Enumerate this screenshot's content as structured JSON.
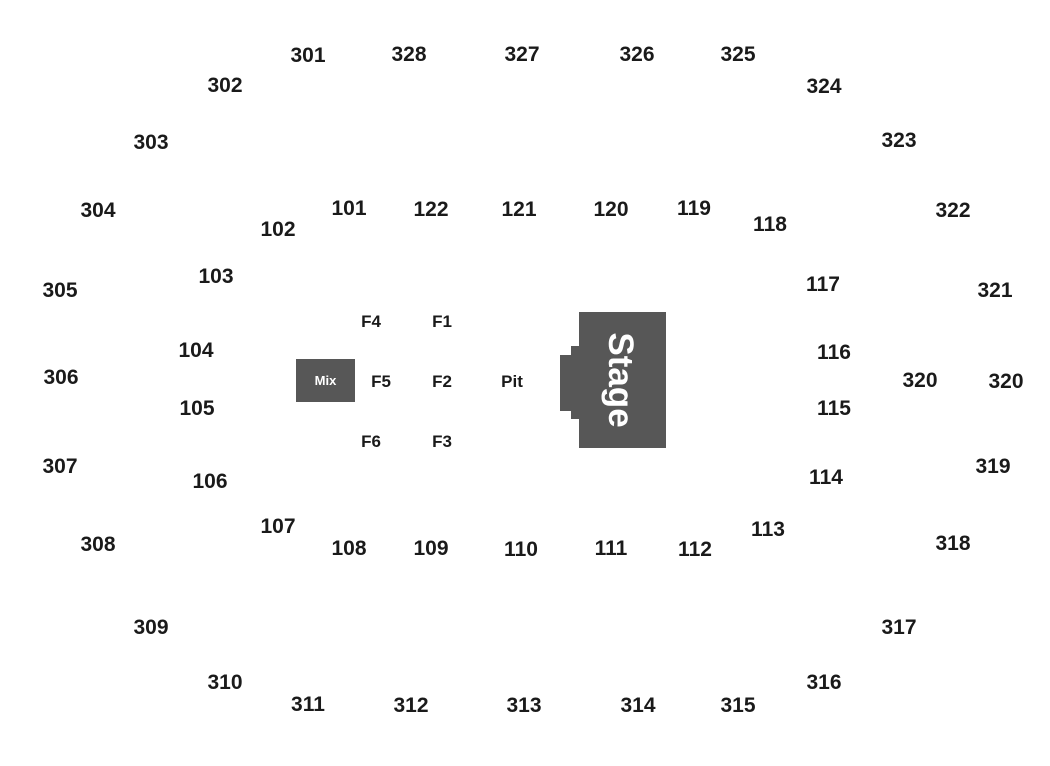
{
  "colors": {
    "block": "#575757",
    "label": "#1a1a1a",
    "block_text": "#ffffff"
  },
  "stage": {
    "label": "Stage"
  },
  "mix": {
    "label": "Mix"
  },
  "floor": {
    "f1": "F1",
    "f2": "F2",
    "f3": "F3",
    "f4": "F4",
    "f5": "F5",
    "f6": "F6",
    "pit": "Pit"
  },
  "sections": {
    "s101": "101",
    "s102": "102",
    "s103": "103",
    "s104": "104",
    "s105": "105",
    "s106": "106",
    "s107": "107",
    "s108": "108",
    "s109": "109",
    "s110": "110",
    "s111": "111",
    "s112": "112",
    "s113": "113",
    "s114": "114",
    "s115": "115",
    "s116": "116",
    "s117": "117",
    "s118": "118",
    "s119": "119",
    "s120": "120",
    "s121": "121",
    "s122": "122",
    "s301": "301",
    "s302": "302",
    "s303": "303",
    "s304": "304",
    "s305": "305",
    "s306": "306",
    "s307": "307",
    "s308": "308",
    "s309": "309",
    "s310": "310",
    "s311": "311",
    "s312": "312",
    "s313": "313",
    "s314": "314",
    "s315": "315",
    "s316": "316",
    "s317": "317",
    "s318": "318",
    "s319": "319",
    "s320a": "320",
    "s320b": "320",
    "s321": "321",
    "s322": "322",
    "s323": "323",
    "s324": "324",
    "s325": "325",
    "s326": "326",
    "s327": "327",
    "s328": "328"
  }
}
